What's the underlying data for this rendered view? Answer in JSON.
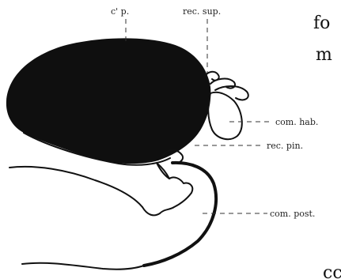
{
  "labels": {
    "cp": "c' p.",
    "rec_sup": "rec. sup.",
    "com_hab": "com. hab.",
    "rec_pin": "rec. pin.",
    "com_post": "com. post."
  },
  "page_text": {
    "line1": "fo",
    "line2": "m",
    "bottom": "cc"
  }
}
